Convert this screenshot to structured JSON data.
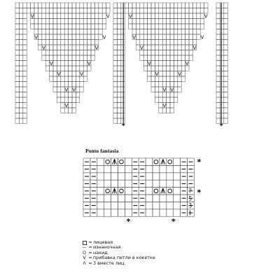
{
  "pattern_title": "Ponto fantasia",
  "symbols": {
    "increase": "V",
    "purl": "—",
    "yarn_over": "O",
    "knit3tog": "Λ",
    "pattern_repeat_marker": "*"
  },
  "row_numbers": [
    "7",
    "5",
    "3",
    "1"
  ],
  "legend": [
    {
      "symbol": "□",
      "symbol_name": "knit-square-icon",
      "text": "лицевая"
    },
    {
      "symbol": "—",
      "symbol_name": "purl-dash-icon",
      "text": "изнаночная"
    },
    {
      "symbol": "О",
      "symbol_name": "yarn-over-circle-icon",
      "text": "накид"
    },
    {
      "symbol": "V",
      "symbol_name": "increase-v-icon",
      "text": "прибавка петли в кокетке"
    },
    {
      "symbol": "Λ",
      "symbol_name": "three-together-icon",
      "text": "3 вместе лиц."
    }
  ],
  "pattern_rows": [
    [
      "—",
      "—",
      "",
      "O",
      "Λ",
      "O",
      "",
      "—",
      "—",
      "",
      "O",
      "Λ",
      "O",
      "",
      "—",
      "—"
    ],
    [
      "—",
      "—",
      "",
      "",
      "",
      "",
      "",
      "—",
      "—",
      "",
      "",
      "",
      "",
      "",
      "—",
      "—"
    ],
    [
      "—",
      "—",
      "",
      "",
      "",
      "",
      "",
      "—",
      "—",
      "",
      "",
      "",
      "",
      "",
      "—",
      "—"
    ],
    [
      "—",
      "—",
      "",
      "",
      "",
      "",
      "",
      "—",
      "—",
      "",
      "",
      "",
      "",
      "",
      "—",
      "—"
    ],
    [
      "—",
      "—",
      "",
      "O",
      "Λ",
      "O",
      "",
      "—",
      "—",
      "",
      "O",
      "Λ",
      "O",
      "",
      "—",
      "—"
    ],
    [
      "—",
      "—",
      "",
      "",
      "",
      "",
      "",
      "—",
      "—",
      "",
      "",
      "",
      "",
      "",
      "—",
      "—"
    ],
    [
      "—",
      "—",
      "",
      "",
      "",
      "",
      "",
      "—",
      "—",
      "",
      "",
      "",
      "",
      "",
      "—",
      "—"
    ],
    [
      "—",
      "—",
      "",
      "",
      "",
      "",
      "",
      "—",
      "—",
      "",
      "",
      "",
      "",
      "",
      "—",
      "—"
    ]
  ],
  "colors": {
    "grid_line": "#555555",
    "ink": "#000000",
    "background": "#ffffff"
  }
}
